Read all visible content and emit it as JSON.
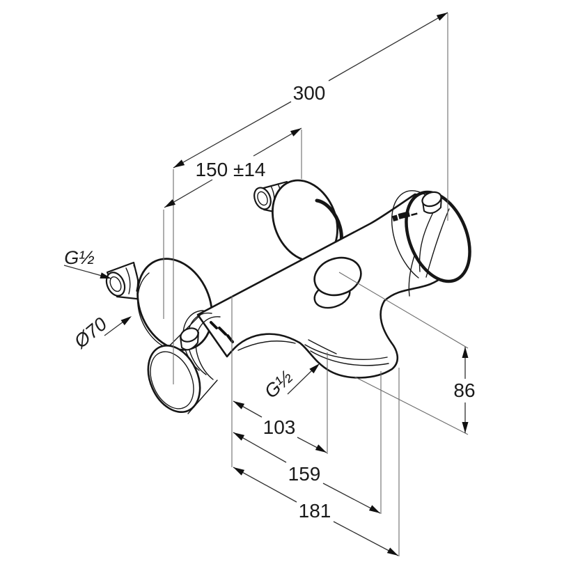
{
  "drawing": {
    "type": "technical-dimension-drawing",
    "subject": "wall-mounted thermostatic shower mixer, isometric view",
    "labels": {
      "overall_width": "300",
      "connection_spacing": "150 ±14",
      "inlet_thread": "G½",
      "escutcheon_diameter": "Ø70",
      "outlet_thread": "G½",
      "outlet_depth": "103",
      "body_depth": "159",
      "overall_depth": "181",
      "outlet_height": "86"
    }
  }
}
